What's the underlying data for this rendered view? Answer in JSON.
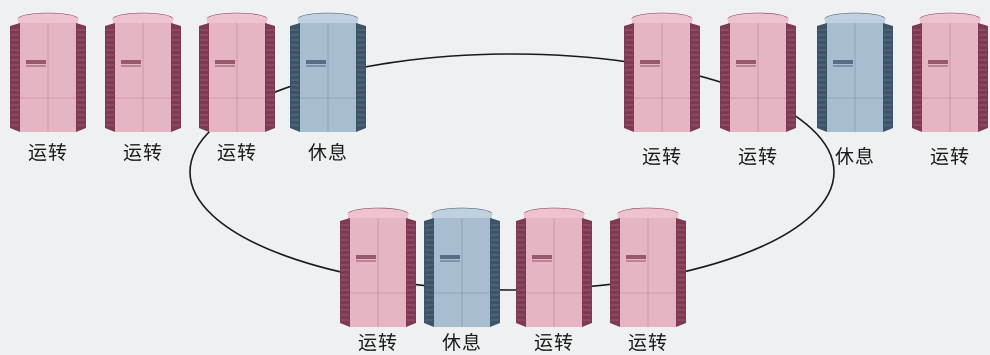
{
  "colors": {
    "running_body": "#e6b5c4",
    "running_side": "#7e3a52",
    "running_top": "#eec2cf",
    "resting_body": "#a9bdd0",
    "resting_side": "#3c5468",
    "resting_top": "#bfd0df",
    "ring": "#1a1a1a",
    "background": "#eef0f1"
  },
  "groups": {
    "top_left": [
      {
        "state": "running",
        "label": "运转"
      },
      {
        "state": "running",
        "label": "运转"
      },
      {
        "state": "running",
        "label": "运转"
      },
      {
        "state": "resting",
        "label": "休息"
      }
    ],
    "top_right": [
      {
        "state": "running",
        "label": "运转"
      },
      {
        "state": "running",
        "label": "运转"
      },
      {
        "state": "resting",
        "label": "休息"
      },
      {
        "state": "running",
        "label": "运转"
      }
    ],
    "bottom": [
      {
        "state": "running",
        "label": "运转"
      },
      {
        "state": "resting",
        "label": "休息"
      },
      {
        "state": "running",
        "label": "运转"
      },
      {
        "state": "running",
        "label": "运转"
      }
    ]
  }
}
